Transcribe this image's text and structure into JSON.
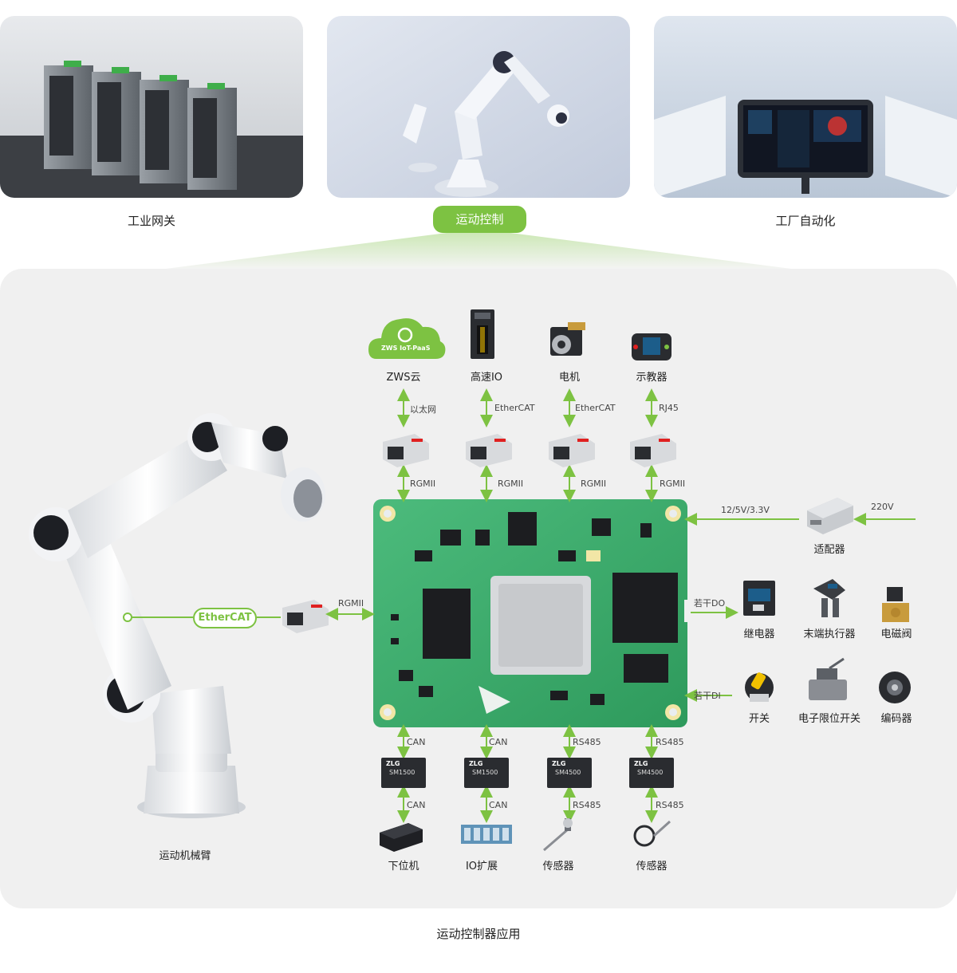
{
  "top_cards": [
    {
      "label": "工业网关"
    },
    {
      "label": "运动控制"
    },
    {
      "label": "工厂自动化"
    }
  ],
  "nodes_top": [
    {
      "label": "ZWS云",
      "link": "以太网",
      "cloud_text": "ZWS IoT-PaaS"
    },
    {
      "label": "高速IO",
      "link": "EtherCAT"
    },
    {
      "label": "电机",
      "link": "EtherCAT"
    },
    {
      "label": "示教器",
      "link": "RJ45"
    }
  ],
  "rgmii": "RGMII",
  "power": {
    "voltage_out": "12/5V/3.3V",
    "voltage_in": "220V",
    "adapter": "适配器"
  },
  "do_group": {
    "label": "若干DO",
    "items": [
      "继电器",
      "末端执行器",
      "电磁阀"
    ]
  },
  "di_group": {
    "label": "若干DI",
    "items": [
      "开关",
      "电子限位开关",
      "编码器"
    ]
  },
  "robot": {
    "label": "运动机械臂",
    "bus": "EtherCAT",
    "link": "RGMII"
  },
  "chips": [
    {
      "brand": "ZLG",
      "model": "SM1500",
      "link_top": "CAN",
      "link_bottom": "CAN",
      "device": "下位机"
    },
    {
      "brand": "ZLG",
      "model": "SM1500",
      "link_top": "CAN",
      "link_bottom": "CAN",
      "device": "IO扩展"
    },
    {
      "brand": "ZLG",
      "model": "SM4500",
      "link_top": "RS485",
      "link_bottom": "RS485",
      "device": "传感器"
    },
    {
      "brand": "ZLG",
      "model": "SM4500",
      "link_top": "RS485",
      "link_bottom": "RS485",
      "device": "传感器"
    }
  ],
  "bottom_title": "运动控制器应用",
  "colors": {
    "accent": "#7dc242",
    "panel": "#f0f0f0",
    "pcb": "#3dab6b"
  }
}
